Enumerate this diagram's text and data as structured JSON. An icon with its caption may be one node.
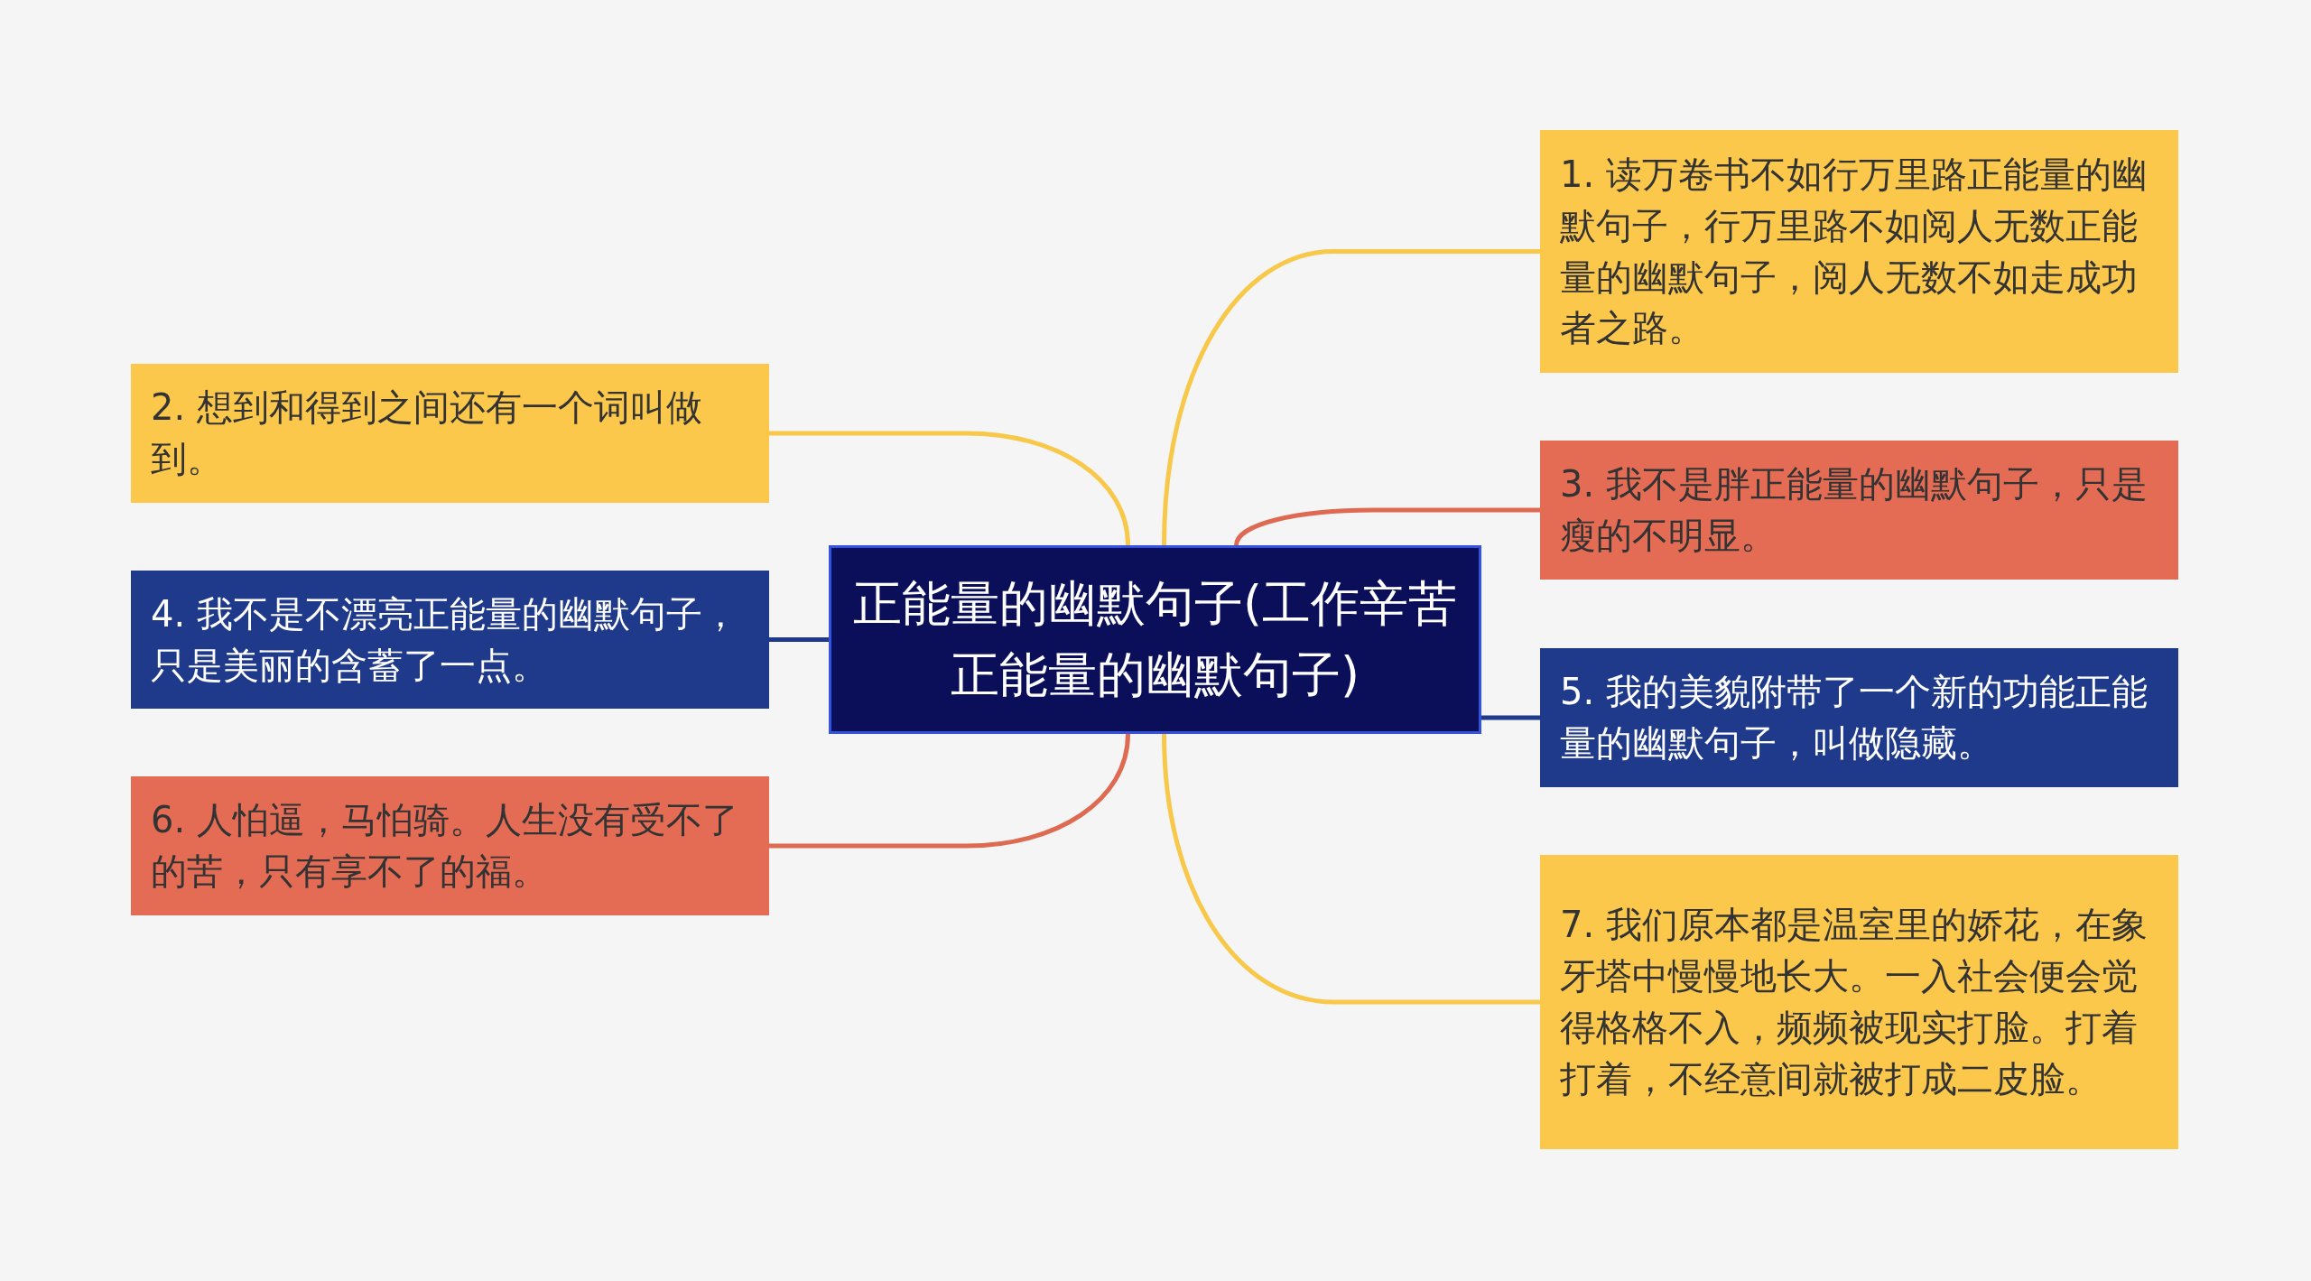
{
  "diagram": {
    "nodes": [
      {
        "text": [
          "正能量的幽默句子(工作辛苦正能量的幽默句子)"
        ]
      },
      {
        "text": [
          "1. 读万卷书不如行万里路正能量的幽默句子，行万里路不如阅人无数正能量的幽默句子，阅人无数不如走成功者之路。"
        ]
      },
      {
        "text": [
          "2. 想到和得到之间还有一个词叫做到。"
        ]
      },
      {
        "text": [
          "3. 我不是胖正能量的幽默句子，只是瘦的不明显。"
        ]
      },
      {
        "text": [
          "4. 我不是不漂亮正能量的幽默句子，只是美丽的含蓄了一点。"
        ]
      },
      {
        "text": [
          "5. 我的美貌附带了一个新的功能正能量的幽默句子，叫做隐藏。"
        ]
      },
      {
        "text": [
          "6. 人怕逼，马怕骑。人生没有受不了的苦，只有享不了的福。"
        ]
      },
      {
        "text": [
          "7. 我们原本都是温室里的娇花，在象牙塔中慢慢地长大。一入社会便会觉得格格不入，频频被现实打脸。打着打着，不经意间就被打成二皮脸。"
        ]
      }
    ],
    "edges": [
      {
        "from": 0,
        "to": 1,
        "arrow": "none",
        "color": "#f7c84a"
      },
      {
        "from": 0,
        "to": 2,
        "arrow": "none",
        "color": "#f7c84a"
      },
      {
        "from": 0,
        "to": 3,
        "arrow": "none",
        "color": "#de6a52"
      },
      {
        "from": 0,
        "to": 4,
        "arrow": "none",
        "color": "#1f3a8a"
      },
      {
        "from": 0,
        "to": 5,
        "arrow": "none",
        "color": "#1f3a8a"
      },
      {
        "from": 0,
        "to": 6,
        "arrow": "none",
        "color": "#de6a52"
      },
      {
        "from": 0,
        "to": 7,
        "arrow": "none",
        "color": "#f7c84a"
      }
    ]
  }
}
